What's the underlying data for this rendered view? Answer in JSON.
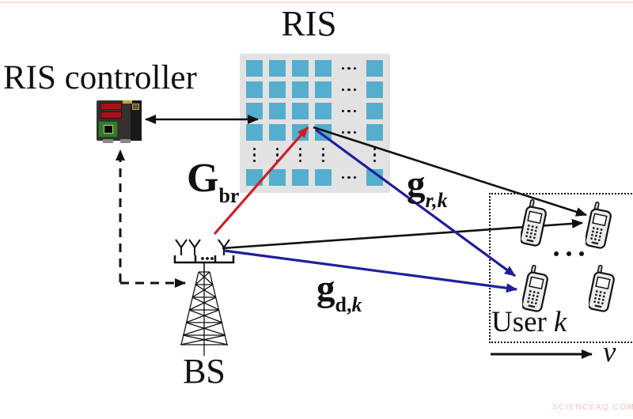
{
  "title": "RIS",
  "controller": {
    "label": "RIS controller"
  },
  "bs": {
    "label": "BS"
  },
  "user": {
    "label_base": "User",
    "label_k": "k",
    "velocity": "v"
  },
  "channels": {
    "G_br": {
      "base": "G",
      "sub_roman": "br",
      "sub_italic": ""
    },
    "g_rk": {
      "base": "g",
      "sub_roman": "",
      "sub_italic": "r,k"
    },
    "g_dk": {
      "base": "g",
      "sub_roman": "d,",
      "sub_italic": "k"
    }
  },
  "ris_panel": {
    "square_rows": 5,
    "square_cols": 5,
    "ellipsis_between": "last row and column separated by dots"
  },
  "watermark": "SCIENCEAQ.COM",
  "colors": {
    "red_arrow": "#cc1f26",
    "blue_arrow": "#1f1f9c",
    "black_arrow": "#111111",
    "ris_square": "#55aecd",
    "ris_panel_bg": "#e2e2e2",
    "watermark": "#f0c2c2",
    "top_line": "#f6cdd0"
  }
}
